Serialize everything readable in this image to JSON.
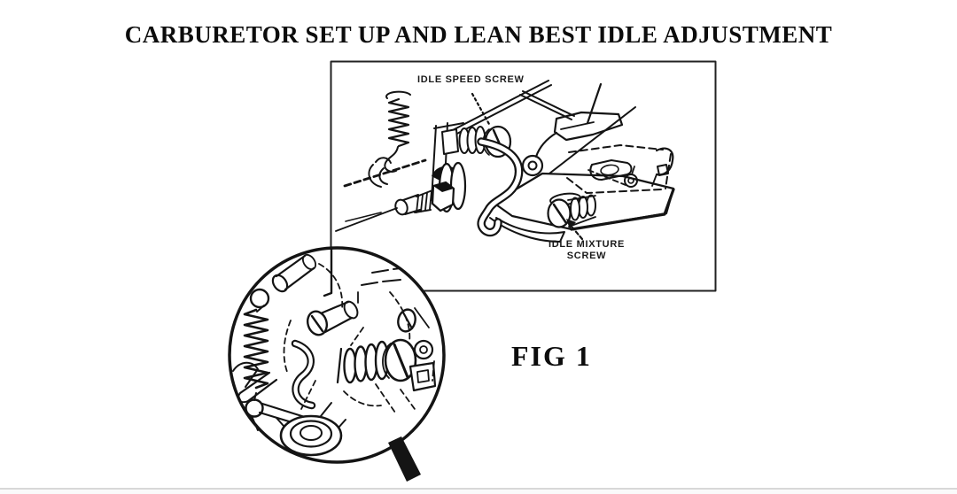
{
  "page": {
    "title": "CARBURETOR SET UP AND LEAN BEST IDLE ADJUSTMENT",
    "background_color": "#ffffff",
    "ink_color": "#141414",
    "footer_divider_color": "#d8d8d8"
  },
  "figure": {
    "caption": "FIG 1",
    "labels": {
      "idle_speed_screw": "IDLE SPEED SCREW",
      "idle_mixture_line1": "IDLE MIXTURE",
      "idle_mixture_line2": "SCREW"
    }
  }
}
